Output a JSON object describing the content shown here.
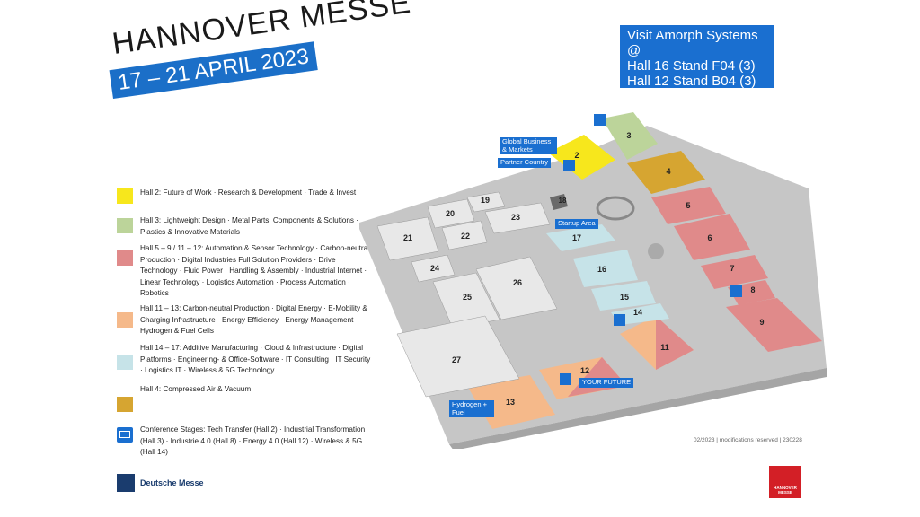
{
  "header": {
    "title": "HANNOVER MESSE",
    "dates": "17 – 21 APRIL 2023"
  },
  "visit_box": {
    "line1": "Visit Amorph Systems @",
    "line2": "Hall 16 Stand F04 (3)",
    "line3": "Hall 12 Stand B04 (3)"
  },
  "legend": [
    {
      "color": "#f7e71c",
      "text": "Hall 2: Future of Work · Research & Development · Trade & Invest"
    },
    {
      "color": "#bcd49a",
      "text": "Hall 3: Lightweight Design · Metal Parts, Components & Solutions · Plastics & Innovative Materials"
    },
    {
      "color": "#e08a8a",
      "text": "Hall 5 – 9 / 11 – 12: Automation & Sensor Technology · Carbon-neutral Production · Digital Industries Full Solution Providers · Drive Technology · Fluid Power · Handling & Assembly · Industrial Internet · Linear Technology · Logistics Automation · Process Automation · Robotics"
    },
    {
      "color": "#f5b98a",
      "text": "Hall 11 – 13: Carbon-neutral Production · Digital Energy · E-Mobility & Charging Infrastructure · Energy Efficiency · Energy Management · Hydrogen & Fuel Cells"
    },
    {
      "color": "#c6e3e8",
      "text": "Hall 14 – 17: Additive Manufacturing · Cloud & Infrastructure · Digital Platforms · Engineering- & Office-Software · IT Consulting · IT Security · Logistics IT · Wireless & 5G Technology"
    },
    {
      "color": "#d6a531",
      "text": "Hall 4: Compressed Air & Vacuum"
    },
    {
      "color": "#1a6fd0",
      "text": "Conference Stages: Tech Transfer (Hall 2) · Industrial Transformation (Hall 3) · Industrie 4.0 (Hall 8) · Energy 4.0 (Hall 12) · Wireless & 5G (Hall 14)"
    }
  ],
  "halls": {
    "h2": "2",
    "h3": "3",
    "h4": "4",
    "h5": "5",
    "h6": "6",
    "h7": "7",
    "h8": "8",
    "h9": "9",
    "h11": "11",
    "h12": "12",
    "h13": "13",
    "h14": "14",
    "h15": "15",
    "h16": "16",
    "h17": "17",
    "h18": "18",
    "h19": "19",
    "h20": "20",
    "h21": "21",
    "h22": "22",
    "h23": "23",
    "h24": "24",
    "h25": "25",
    "h26": "26",
    "h27": "27"
  },
  "callouts": {
    "global_business": "Global Business & Markets",
    "partner_country": "Partner Country",
    "startup_area": "Startup Area",
    "your_future": "YOUR FUTURE",
    "hydrogen": "Hydrogen + Fuel"
  },
  "footer": {
    "note": "02/2023 | modifications reserved | 230228",
    "dm_name": "Deutsche Messe",
    "hm_logo": "HANNOVER MESSE"
  }
}
